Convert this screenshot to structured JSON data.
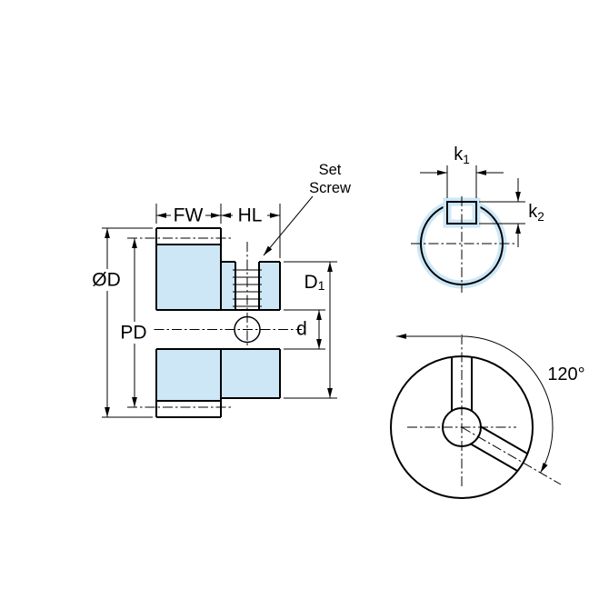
{
  "colors": {
    "highlight": "#cde7f7",
    "line": "#000000",
    "background": "#ffffff"
  },
  "views": {
    "section": {
      "labels": {
        "face_width": "FW",
        "hub_length": "HL",
        "set_screw_1": "Set",
        "set_screw_2": "Screw",
        "outside_diameter": "ØD",
        "pitch_diameter": "PD",
        "hub_diameter": {
          "base": "D",
          "sub": "1"
        },
        "bore": "d"
      }
    },
    "keyway": {
      "labels": {
        "keyway_width": {
          "base": "k",
          "sub": "1"
        },
        "keyway_depth": {
          "base": "k",
          "sub": "2"
        }
      }
    },
    "end": {
      "labels": {
        "set_screw_angle": "120°"
      }
    }
  }
}
